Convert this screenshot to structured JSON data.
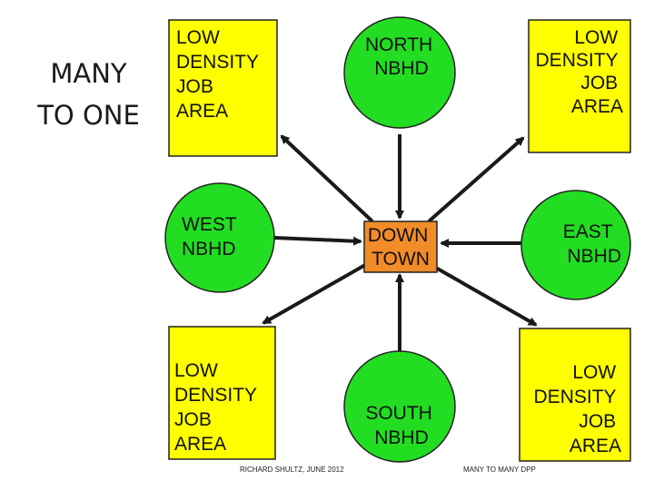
{
  "slide": {
    "title": "MANY\nTO ONE"
  },
  "colors": {
    "job_area": "#ffff00",
    "neighborhood": "#22dd22",
    "downtown": "#f28c28",
    "outline": "#222222",
    "arrow": "#1a1a1a"
  },
  "diagram": {
    "job_area_top_left": [
      "LOW",
      "DENSITY",
      "JOB",
      "AREA"
    ],
    "job_area_top_right": [
      "LOW",
      "DENSITY",
      "JOB",
      "AREA"
    ],
    "job_area_bottom_left": [
      "LOW",
      "DENSITY",
      "JOB",
      "AREA"
    ],
    "job_area_bottom_right": [
      "LOW",
      "DENSITY",
      "JOB",
      "AREA"
    ],
    "north": [
      "NORTH",
      "NBHD"
    ],
    "west": [
      "WEST",
      "NBHD"
    ],
    "east": [
      "EAST",
      "NBHD"
    ],
    "south": [
      "SOUTH",
      "NBHD"
    ],
    "downtown": [
      "DOWN",
      "TOWN"
    ]
  },
  "footer": {
    "credit": "RICHARD SHULTZ, JUNE 2012",
    "caption": "MANY TO MANY DPP"
  }
}
